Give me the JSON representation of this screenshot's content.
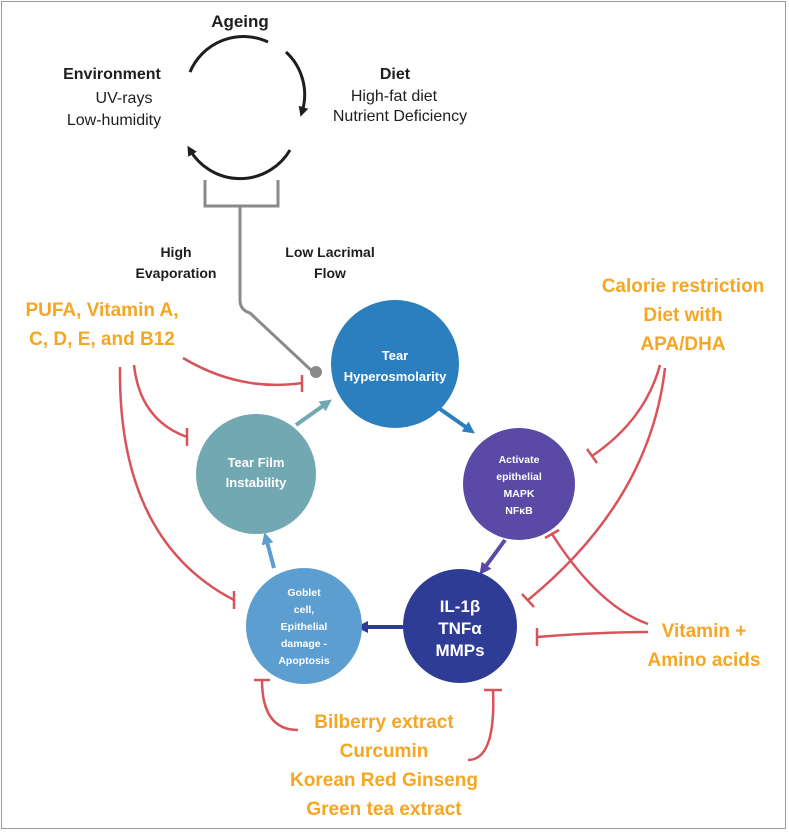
{
  "colors": {
    "inhibit": "#d9535a",
    "orange_text": "#f5a623",
    "gray_line": "#8a8a8a",
    "tear_hyperosmolarity": "#2b7fbf",
    "activate_mapk": "#5a4aa6",
    "cytokines": "#2e3c96",
    "goblet": "#5b9ecf",
    "tear_film": "#72a8b2"
  },
  "causes": {
    "ageing": "Ageing",
    "environment": {
      "title": "Environment",
      "lines": [
        "UV-rays",
        "Low-humidity"
      ]
    },
    "diet": {
      "title": "Diet",
      "lines": [
        "High-fat diet",
        "Nutrient Deficiency"
      ]
    },
    "high_evaporation": [
      "High",
      "Evaporation"
    ],
    "low_lacrimal_flow": [
      "Low Lacrimal",
      "Flow"
    ]
  },
  "nodes": {
    "tear_hyperosmolarity": [
      "Tear",
      "Hyperosmolarity"
    ],
    "activate_mapk": [
      "Activate",
      "epithelial",
      "MAPK",
      "NFκB"
    ],
    "cytokines": [
      "IL-1β",
      "TNFα",
      "MMPs"
    ],
    "goblet": [
      "Goblet",
      "cell,",
      "Epithelial",
      "damage -",
      "Apoptosis"
    ],
    "tear_film": [
      "Tear Film",
      "Instability"
    ]
  },
  "interventions": {
    "pufa": [
      "PUFA, Vitamin A,",
      "C, D, E, and B12"
    ],
    "calorie": [
      "Calorie restriction",
      "Diet with",
      "APA/DHA"
    ],
    "vitamin": [
      "Vitamin +",
      "Amino acids"
    ],
    "bilberry": [
      "Bilberry extract",
      "Curcumin",
      "Korean Red Ginseng",
      "Green tea extract"
    ]
  }
}
